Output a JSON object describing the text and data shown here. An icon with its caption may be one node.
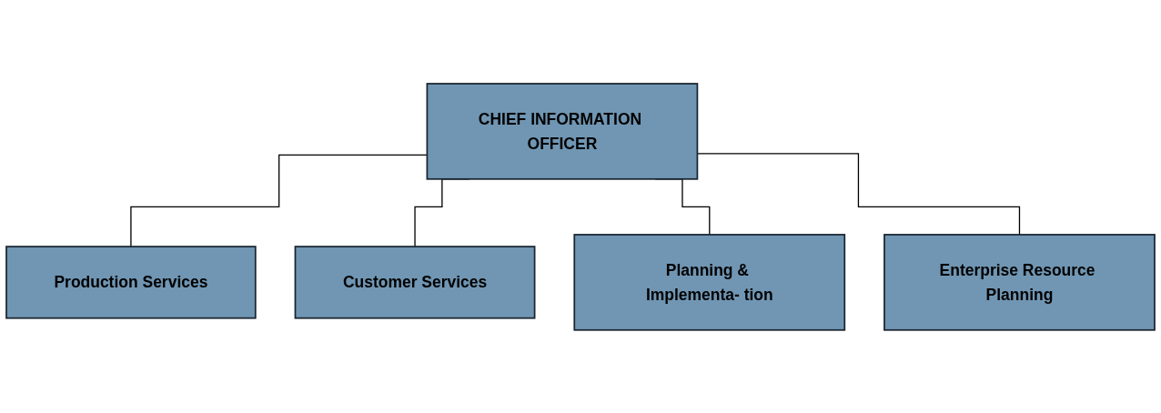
{
  "diagram": {
    "nodes": [
      {
        "text": [
          "CHIEF INFORMATION OFFICER"
        ]
      },
      {
        "text": [
          "Production Services"
        ]
      },
      {
        "text": [
          "Customer Services"
        ]
      },
      {
        "text": [
          "Planning & Implementa- tion"
        ]
      },
      {
        "text": [
          "Enterprise Resource Planning"
        ]
      }
    ],
    "edges": [
      {
        "from": 0,
        "to": 1,
        "arrow": "none"
      },
      {
        "from": 0,
        "to": 2,
        "arrow": "none"
      },
      {
        "from": 0,
        "to": 3,
        "arrow": "none"
      },
      {
        "from": 0,
        "to": 4,
        "arrow": "none"
      }
    ]
  }
}
